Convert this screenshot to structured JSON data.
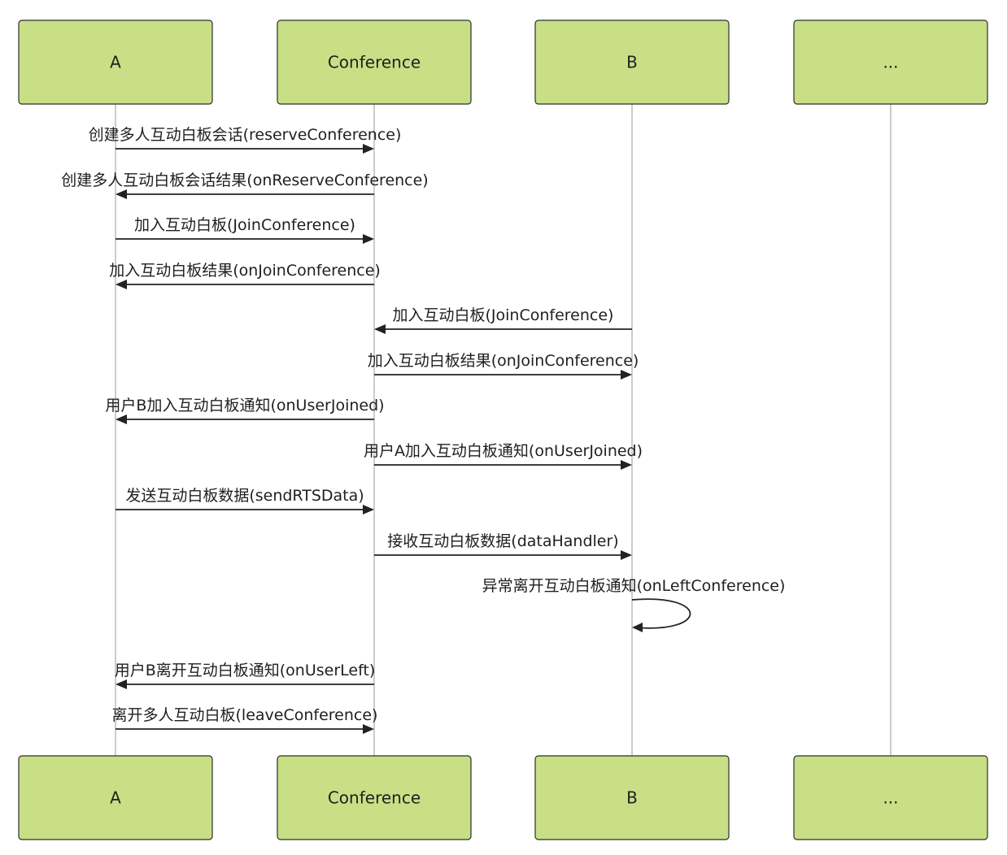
{
  "actors": [
    {
      "id": "a",
      "label": "A"
    },
    {
      "id": "conf",
      "label": "Conference"
    },
    {
      "id": "b",
      "label": "B"
    },
    {
      "id": "more",
      "label": "..."
    }
  ],
  "messages": [
    {
      "from": "a",
      "to": "conf",
      "label": "创建多人互动白板会话(reserveConference)"
    },
    {
      "from": "conf",
      "to": "a",
      "label": "创建多人互动白板会话结果(onReserveConference)"
    },
    {
      "from": "a",
      "to": "conf",
      "label": "加入互动白板(JoinConference)"
    },
    {
      "from": "conf",
      "to": "a",
      "label": "加入互动白板结果(onJoinConference)"
    },
    {
      "from": "b",
      "to": "conf",
      "label": "加入互动白板(JoinConference)"
    },
    {
      "from": "conf",
      "to": "b",
      "label": "加入互动白板结果(onJoinConference)"
    },
    {
      "from": "conf",
      "to": "a",
      "label": "用户B加入互动白板通知(onUserJoined)"
    },
    {
      "from": "conf",
      "to": "b",
      "label": "用户A加入互动白板通知(onUserJoined)"
    },
    {
      "from": "a",
      "to": "conf",
      "label": "发送互动白板数据(sendRTSData)"
    },
    {
      "from": "conf",
      "to": "b",
      "label": "接收互动白板数据(dataHandler)"
    },
    {
      "from": "b",
      "to": "b",
      "label": "异常离开互动白板通知(onLeftConference)"
    },
    {
      "from": "conf",
      "to": "a",
      "label": "用户B离开互动白板通知(onUserLeft)"
    },
    {
      "from": "a",
      "to": "conf",
      "label": "离开多人互动白板(leaveConference)"
    }
  ],
  "colors": {
    "actor_fill": "#c8df86",
    "actor_stroke": "#2d2d2d",
    "lifeline": "#9a9a9a",
    "arrow": "#222222",
    "text": "#1f1f1f"
  }
}
